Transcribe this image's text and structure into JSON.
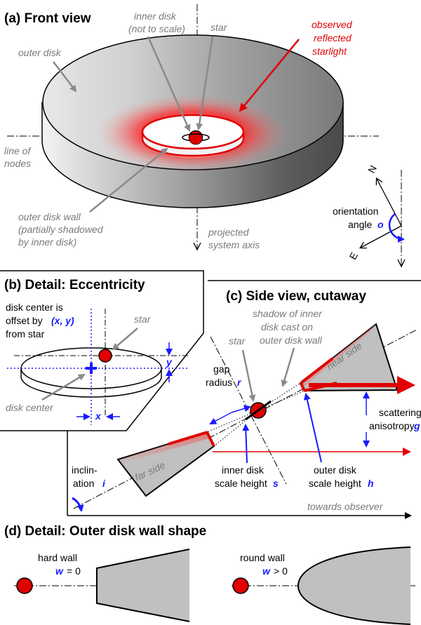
{
  "panel_a": {
    "title": "(a) Front view",
    "labels": {
      "inner_disk_1": "inner disk",
      "inner_disk_2": "(not to scale)",
      "star": "star",
      "observed_1": "observed",
      "observed_2": "reflected",
      "observed_3": "starlight",
      "outer_disk": "outer disk",
      "line_of_1": "line of",
      "line_of_2": "nodes",
      "wall_1": "outer disk wall",
      "wall_2": "(partially shadowed",
      "wall_3": "by inner disk)",
      "projected_1": "projected",
      "projected_2": "system axis",
      "orientation": "orientation",
      "angle": "angle",
      "angle_var": "o",
      "north": "N",
      "east": "E"
    }
  },
  "panel_b": {
    "title": "(b) Detail: Eccentricity",
    "labels": {
      "line1": "disk center is",
      "line2": "offset by",
      "line2_var": "(x, y)",
      "line3": "from star",
      "star": "star",
      "disk_center": "disk center",
      "x": "x",
      "y": "y"
    }
  },
  "panel_c": {
    "title": "(c) Side view, cutaway",
    "labels": {
      "shadow_1": "shadow of inner",
      "shadow_2": "disk cast on",
      "shadow_3": "outer disk wall",
      "star": "star",
      "near_side": "near side",
      "far_side": "far side",
      "gap": "gap",
      "radius": "radius",
      "radius_var": "r",
      "scattering_1": "scattering",
      "scattering_2": "anisotropy",
      "scattering_var": "g",
      "inner_1": "inner disk",
      "inner_2": "scale height",
      "inner_var": "s",
      "outer_1": "outer disk",
      "outer_2": "scale height",
      "outer_var": "h",
      "inclin_1": "inclin-",
      "inclin_2": "ation",
      "inclin_var": "i",
      "towards": "towards observer"
    }
  },
  "panel_d": {
    "title": "(d) Detail: Outer disk wall shape",
    "labels": {
      "hard": "hard wall",
      "hard_var": "w",
      "hard_val": "= 0",
      "round": "round wall",
      "round_var": "w",
      "round_val": "> 0"
    }
  },
  "colors": {
    "red": "#e00000",
    "blue": "#1a1aff",
    "gray_text": "#7a7a7a",
    "disk_gray": "#c0c0c0"
  }
}
